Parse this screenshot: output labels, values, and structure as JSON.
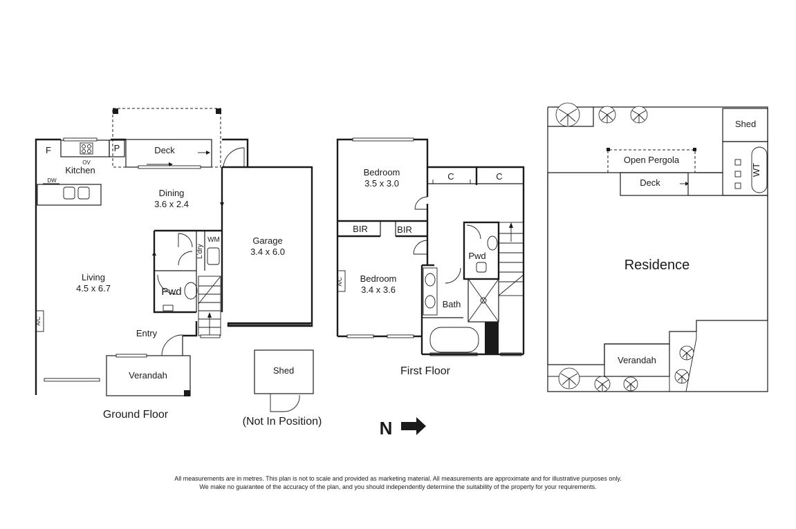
{
  "ground_floor": {
    "title": "Ground Floor",
    "fridge": "F",
    "kitchen": "Kitchen",
    "oven": "OV",
    "pantry": "P",
    "dishwasher": "DW",
    "deck": "Deck",
    "dining": "Dining",
    "dining_size": "3.6 x 2.4",
    "living": "Living",
    "living_size": "4.5 x 6.7",
    "laundry": "L'dry",
    "washing_machine": "WM",
    "powder": "Pwd",
    "garage": "Garage",
    "garage_size": "3.4 x 6.0",
    "entry": "Entry",
    "verandah": "Verandah",
    "ac": "A/C"
  },
  "shed_detached": {
    "label": "Shed",
    "note": "(Not In Position)"
  },
  "first_floor": {
    "title": "First Floor",
    "bedroom1": "Bedroom",
    "bedroom1_size": "3.5 x 3.0",
    "bedroom2": "Bedroom",
    "bedroom2_size": "3.4 x 3.6",
    "bir1": "BIR",
    "bir2": "BIR",
    "cupboard1": "C",
    "cupboard2": "C",
    "powder": "Pwd",
    "bath": "Bath",
    "ac": "A/C"
  },
  "site": {
    "shed": "Shed",
    "pergola": "Open Pergola",
    "deck": "Deck",
    "water_tank": "WT",
    "residence": "Residence",
    "verandah": "Verandah"
  },
  "north": "N",
  "disclaimer": {
    "line1": "All measurements are in metres. This plan is not to scale and provided as marketing material. All measurements are approximate and for illustrative purposes only.",
    "line2": "We make no guarantee of the accuracy of the plan, and you should independently determine the suitability of the property for your requirements."
  }
}
